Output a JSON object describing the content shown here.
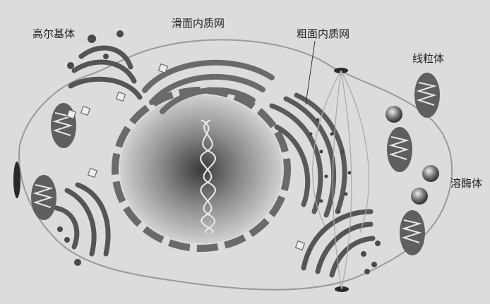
{
  "labels": {
    "golgi": "高尔基体",
    "smooth_er": "滑面内质网",
    "rough_er": "粗面内质网",
    "mitochondria": "线粒体",
    "lysosome": "溶酶体"
  }
}
